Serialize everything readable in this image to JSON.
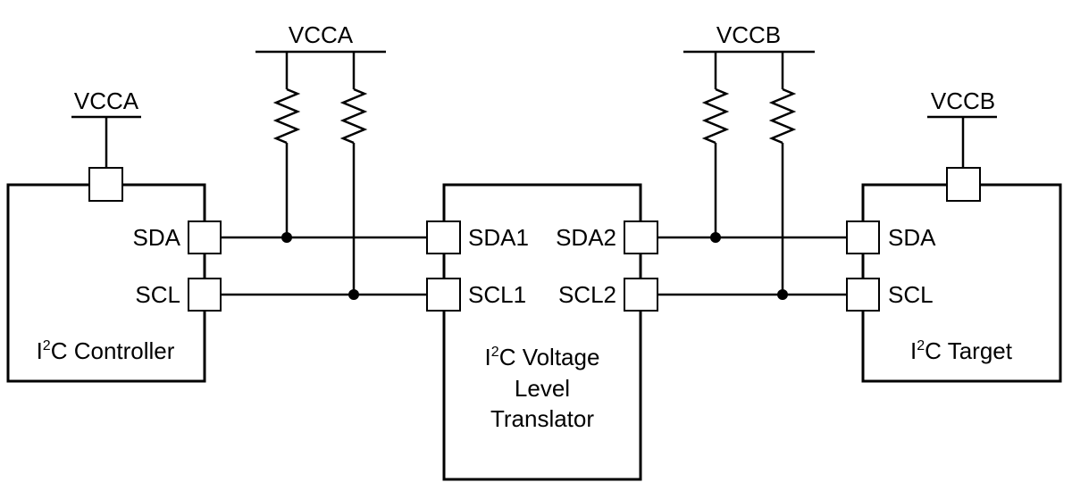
{
  "colors": {
    "stroke": "#000000",
    "background": "#ffffff"
  },
  "rails": {
    "left_top": "VCCA",
    "right_top": "VCCB",
    "controller_supply": "VCCA",
    "target_supply": "VCCB"
  },
  "controller": {
    "pins": {
      "sda": "SDA",
      "scl": "SCL"
    },
    "name": {
      "prefix": "I",
      "sup": "2",
      "suffix": "C Controller"
    }
  },
  "translator": {
    "pins": {
      "sda1": "SDA1",
      "scl1": "SCL1",
      "sda2": "SDA2",
      "scl2": "SCL2"
    },
    "name": {
      "prefix": "I",
      "sup": "2",
      "suffix": "C Voltage",
      "line2": "Level",
      "line3": "Translator"
    }
  },
  "target": {
    "pins": {
      "sda": "SDA",
      "scl": "SCL"
    },
    "name": {
      "prefix": "I",
      "sup": "2",
      "suffix": "C Target"
    }
  },
  "icons": [
    "pull-up-resistor-icon",
    "junction-dot-icon",
    "pin-square-icon"
  ]
}
